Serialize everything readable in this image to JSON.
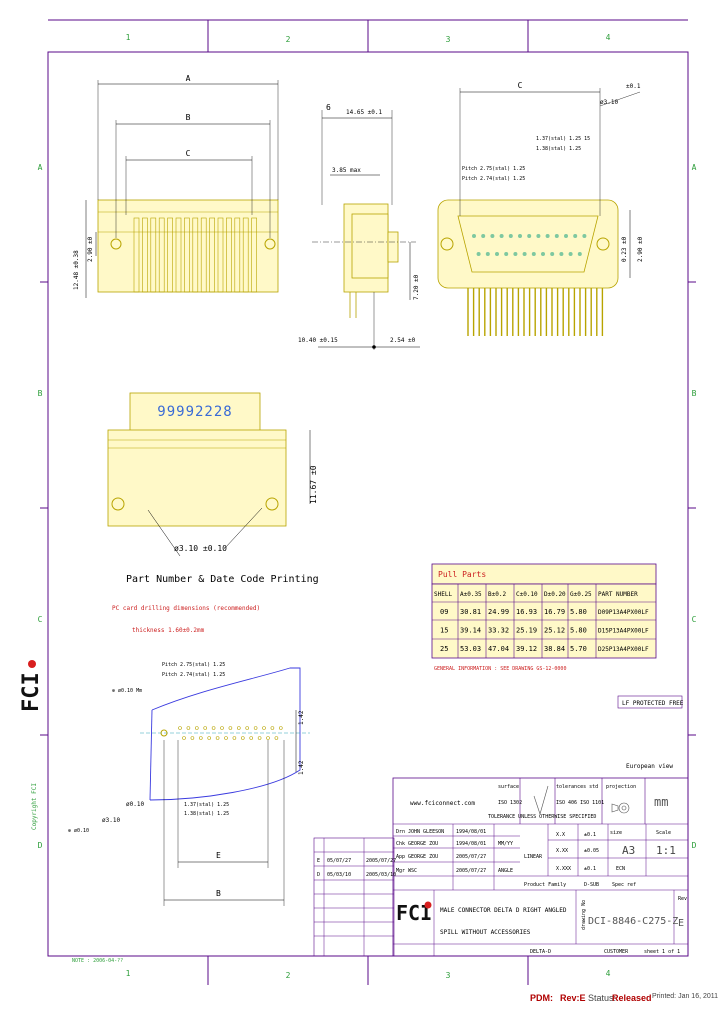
{
  "colors": {
    "border": "#5a0a8a",
    "part_fill": "#fff9c8",
    "part_line": "#b8a400",
    "dim_line": "#000000",
    "grid_text": "#2e9e3b",
    "red_text": "#cc2020",
    "table_border": "#5a0a8a"
  },
  "frame": {
    "columns_top": [
      "1",
      "2",
      "3",
      "4"
    ],
    "columns_bottom": [
      "1",
      "2",
      "3",
      "4"
    ],
    "rows_left": [
      "A",
      "B",
      "C",
      "D"
    ],
    "rows_right": [
      "A",
      "B",
      "C",
      "D"
    ],
    "copyright": "Copyright FCI",
    "bottom_left_note": "NOTE : 2006-04-??"
  },
  "top_view": {
    "dim_A": "A",
    "dim_B": "B",
    "dim_C": "C",
    "dim_height": "12.48 ±0.38",
    "dim_2_90": "2.90 ±0"
  },
  "side_view": {
    "dim_6": "6",
    "dim_14_65": "14.65 ±0.1",
    "dim_3_85": "3.85 max",
    "dim_7_20": "7.20 ±0",
    "dim_10_40": "10.40 ±0.15",
    "dim_2_54": "2.54 ±0"
  },
  "front_view": {
    "dim_C": "C",
    "dim_0_1": "±0.1",
    "dim_hole": "ø3.10",
    "pitch_top_1": "1.37(stal) 1.25 15",
    "pitch_top_2": "1.38(stal) 1.25",
    "pitch_mid_1": "Pitch 2.75(stal) 1.25",
    "pitch_mid_2": "Pitch 2.74(stal) 1.25",
    "dim_0_23": "0.23 ±0",
    "dim_2_90": "2.90 ±0"
  },
  "bottom_view": {
    "marking": "99992228",
    "dim_11_67": "11.67 ±0",
    "dim_hole": "ø3.10 ±0.10",
    "callout": "Part Number & Date Code Printing"
  },
  "notes": {
    "pcb_drilling": "PC card drilling dimensions (recommended)",
    "thickness": "thickness 1.60±0.2mm",
    "general": "GENERAL INFORMATION : SEE DRAWING GS-12-0000"
  },
  "pcb_layout": {
    "pitch_1": "Pitch 2.75(stal) 1.25",
    "pitch_2": "Pitch 2.74(stal) 1.25",
    "ref_1": "⊕ ø0.10 Mm",
    "dim_1_42a": "1.42",
    "dim_1_42b": "1.42",
    "dim_0_10": "ø0.10",
    "dim_3_10": "ø3.10",
    "ref_2": "⊕ ø0.10",
    "pitch_3": "1.37(stal) 1.25",
    "pitch_4": "1.38(stal) 1.25",
    "dim_E": "E",
    "dim_B": "B"
  },
  "table": {
    "title": "Pull Parts",
    "headers": [
      "SHELL",
      "A±0.35",
      "B±0.2",
      "C±0.10",
      "D±0.20",
      "G±0.25",
      "PART NUMBER"
    ],
    "rows": [
      [
        "09",
        "30.81",
        "24.99",
        "16.93",
        "16.79",
        "5.80",
        "D09P13A4PX00LF"
      ],
      [
        "15",
        "39.14",
        "33.32",
        "25.19",
        "25.12",
        "5.80",
        "D15P13A4PX00LF"
      ],
      [
        "25",
        "53.03",
        "47.04",
        "39.12",
        "38.84",
        "5.70",
        "D25P13A4PX00LF"
      ]
    ],
    "lf_note": "LF PROTECTED FREE"
  },
  "title_block": {
    "european_view": "European view",
    "website": "www.fciconnect.com",
    "surface": "surface",
    "tolerances": "tolerances std",
    "projection": "projection",
    "unit": "mm",
    "iso_1302": "ISO 1302",
    "iso_406": "ISO 406  ISO 1101",
    "tol_note": "TOLERANCE UNLESS OTHERWISE SPECIFIED",
    "drn_label": "Drn",
    "drn_name": "JOHN GLEESON",
    "drn_date": "1994/08/01",
    "chk_label": "Chk",
    "chk_name": "GEORGE ZOU",
    "chk_date": "1994/08/01",
    "app_label": "App",
    "app_name": "GEORGE ZOU",
    "app_date": "2005/07/27",
    "mgr_label": "Mgr",
    "mgr_name": "WSC",
    "mgr_date": "2005/07/27",
    "format_label": "size",
    "format_value": "A3",
    "scale_label": "Scale",
    "scale_value": "1:1",
    "ecn": "ECN",
    "product_family": "Product Family",
    "product_family_value": "D-SUB",
    "spec_ref": "Spec ref",
    "title_1": "MALE CONNECTOR DELTA D RIGHT ANGLED",
    "title_2": "SPILL WITHOUT ACCESSORIES",
    "doc_number": "DCI-8846-C275-Z",
    "doc_rev": "E",
    "rev_label": "Rev",
    "delta_d": "DELTA-D",
    "customer": "CUSTOMER",
    "sheet": "sheet 1 of 1",
    "drawing_no_label": "drawing No",
    "rev_rows": [
      [
        "E",
        "05/07/27",
        "2005/07/27"
      ],
      [
        "D",
        "05/03/10",
        "2005/03/10"
      ]
    ],
    "date_fields": [
      "MM/YY",
      "LINEAR",
      "ANGLE"
    ],
    "tol_cols": [
      "X.X",
      "±0.1",
      "X.XX",
      "±0.05",
      "X.XXX",
      "±0.1"
    ]
  },
  "footer": {
    "pdm": "PDM:",
    "rev": "Rev:E",
    "status": "Status:",
    "released": "Released",
    "printed": "Printed: Jan 16, 2011"
  }
}
